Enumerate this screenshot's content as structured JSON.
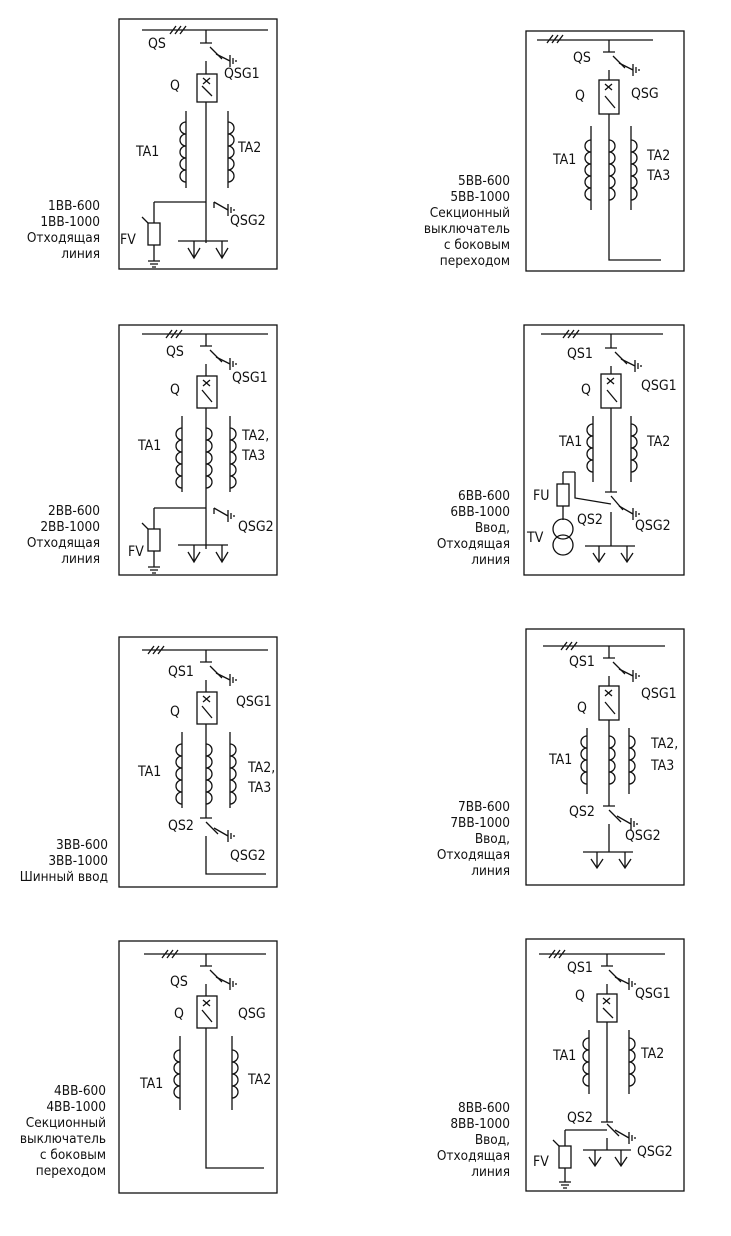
{
  "labels": {
    "qs": "QS",
    "qs1": "QS1",
    "qs2": "QS2",
    "q": "Q",
    "qsg": "QSG",
    "qsg1": "QSG1",
    "qsg2": "QSG2",
    "ta1": "TA1",
    "ta2": "TA2",
    "ta2c": "TA2,",
    "ta3": "TA3",
    "fv": "FV",
    "fu": "FU",
    "tv": "TV"
  },
  "captions": {
    "p1": [
      "1ВВ-600",
      "1ВВ-1000",
      "Отходящая",
      "линия"
    ],
    "p2": [
      "5ВВ-600",
      "5ВВ-1000",
      "Секционный",
      "выключатель",
      "с боковым",
      "переходом"
    ],
    "p3": [
      "2ВВ-600",
      "2ВВ-1000",
      "Отходящая",
      "линия"
    ],
    "p4": [
      "6ВВ-600",
      "6ВВ-1000",
      "Ввод,",
      "Отходящая",
      "линия"
    ],
    "p5": [
      "3ВВ-600",
      "3ВВ-1000",
      "Шинный ввод"
    ],
    "p6": [
      "7ВВ-600",
      "7ВВ-1000",
      "Ввод,",
      "Отходящая",
      "линия"
    ],
    "p7": [
      "4ВВ-600",
      "4ВВ-1000",
      "Секционный",
      "выключатель",
      "с боковым",
      "переходом"
    ],
    "p8": [
      "8ВВ-600",
      "8ВВ-1000",
      "Ввод,",
      "Отходящая",
      "линия"
    ]
  }
}
